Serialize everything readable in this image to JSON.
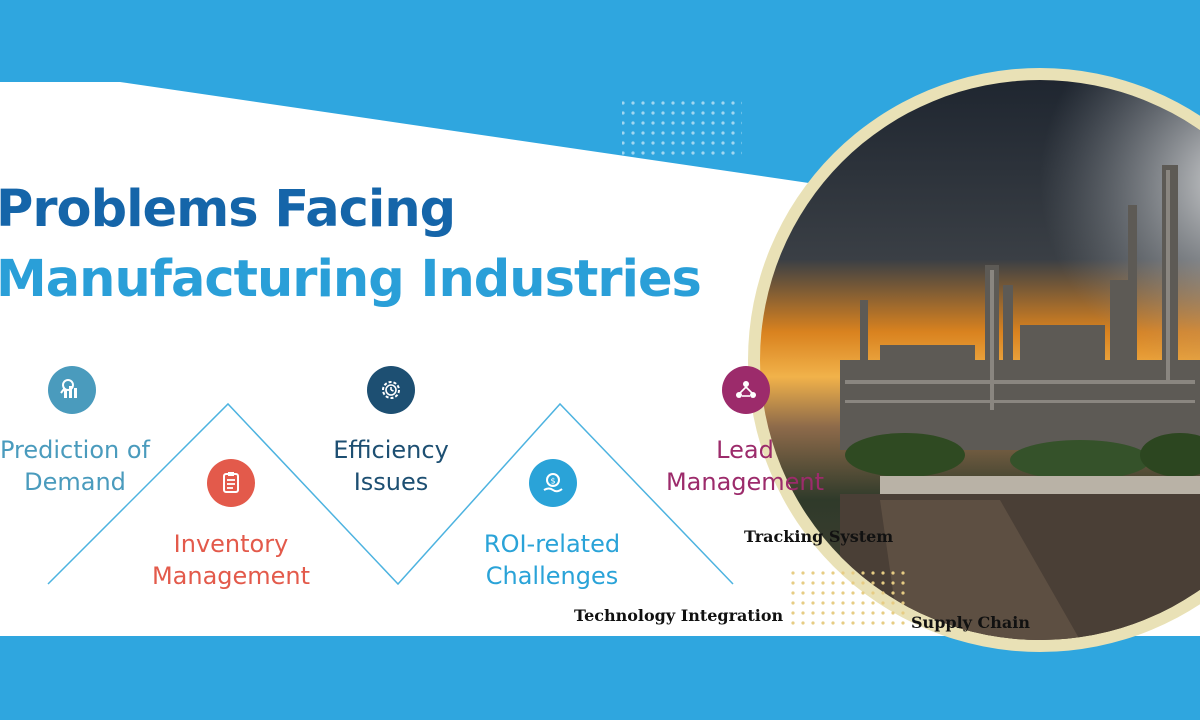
{
  "title": {
    "line1": "Problems Facing",
    "line2": "Manufacturing Industries"
  },
  "items": [
    {
      "id": "prediction",
      "label_line1": "Prediction of",
      "label_line2": "Demand",
      "color": "#4a9bbd",
      "icon": "chart-magnifier-icon"
    },
    {
      "id": "inventory",
      "label_line1": "Inventory",
      "label_line2": "Management",
      "color": "#e35a4b",
      "icon": "clipboard-list-icon"
    },
    {
      "id": "efficiency",
      "label_line1": "Efficiency",
      "label_line2": "Issues",
      "color": "#1d4f72",
      "icon": "gear-clock-icon"
    },
    {
      "id": "roi",
      "label_line1": "ROI-related",
      "label_line2": "Challenges",
      "color": "#2aa3d8",
      "icon": "coin-hand-icon"
    },
    {
      "id": "lead",
      "label_line1": "Lead",
      "label_line2": "Management",
      "color": "#9c2b6b",
      "icon": "people-network-icon"
    }
  ],
  "overlay_tags": {
    "tracking": "Tracking System",
    "technology": "Technology Integration",
    "supply": "Supply Chain"
  },
  "colors": {
    "frame_blue": "#2fa6df",
    "panel_white": "#ffffff",
    "circle_ring": "#e9e1b6",
    "dark_blue": "#1565a9",
    "light_blue": "#2a9fd8",
    "divider_line": "#4db3e0"
  },
  "photo": {
    "subject": "refinery-at-sunset-image"
  }
}
